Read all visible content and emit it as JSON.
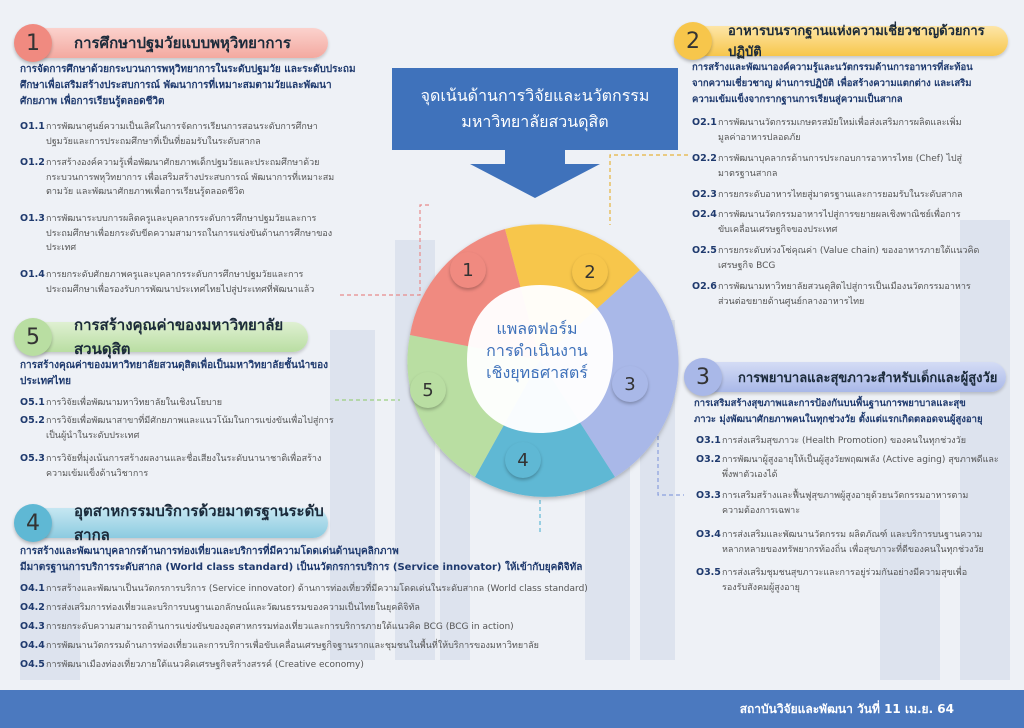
{
  "center_title": {
    "line1": "จุดเน้นด้านการวิจัยและนวัตกรรม",
    "line2": "มหาวิทยาลัยสวนดุสิต"
  },
  "hub": {
    "line1": "แพลตฟอร์ม",
    "line2": "การดำเนินงาน",
    "line3": "เชิงยุทธศาสตร์"
  },
  "petals": [
    "1",
    "2",
    "3",
    "4",
    "5"
  ],
  "sections": {
    "s1": {
      "num": "1",
      "title": "การศึกษาปฐมวัยแบบพหุวิทยาการ",
      "intro": [
        "การจัดการศึกษาด้วยกระบวนการพหุวิทยาการในระดับปฐมวัย และระดับประถม",
        "ศึกษาเพื่อเสริมสร้างประสบการณ์ พัฒนาการที่เหมาะสมตามวัยและพัฒนา",
        "ศักยภาพ เพื่อการเรียนรู้ตลอดชีวิต"
      ],
      "items": [
        {
          "code": "O1.1",
          "text": [
            "การพัฒนาศูนย์ความเป็นเลิศในการจัดการเรียนการสอนระดับการศึกษา",
            "ปฐมวัยและการประถมศึกษาที่เป็นที่ยอมรับในระดับสากล"
          ]
        },
        {
          "code": "O1.2",
          "text": [
            "การสร้างองค์ความรู้เพื่อพัฒนาศักยภาพเด็กปฐมวัยและประถมศึกษาด้วย",
            "กระบวนการพหุวิทยาการ เพื่อเสริมสร้างประสบการณ์ พัฒนาการที่เหมาะสม",
            "ตามวัย และพัฒนาศักยภาพเพื่อการเรียนรู้ตลอดชีวิต"
          ]
        },
        {
          "code": "O1.3",
          "text": [
            "การพัฒนาระบบการผลิตครูและบุคลากรระดับการศึกษาปฐมวัยและการ",
            "ประถมศึกษาเพื่อยกระดับขีดความสามารถในการแข่งขันด้านการศึกษาของ",
            "ประเทศ"
          ]
        },
        {
          "code": "O1.4",
          "text": [
            "การยกระดับศักยภาพครูและบุคลากรระดับการศึกษาปฐมวัยและการ",
            "ประถมศึกษาเพื่อรองรับการพัฒนาประเทศไทยไปสู่ประเทศที่พัฒนาแล้ว"
          ]
        }
      ]
    },
    "s2": {
      "num": "2",
      "title": "อาหารบนรากฐานแห่งความเชี่ยวชาญด้วยการปฏิบัติ",
      "intro": [
        "การสร้างและพัฒนาองค์ความรู้และนวัตกรรมด้านการอาหารที่สะท้อน",
        "จากความเชี่ยวชาญ ผ่านการปฏิบัติ เพื่อสร้างความแตกต่าง และเสริม",
        "ความเข้มแข็งจากรากฐานการเรียนสู่ความเป็นสากล"
      ],
      "items": [
        {
          "code": "O2.1",
          "text": [
            "การพัฒนานวัตกรรมเกษตรสมัยใหม่เพื่อส่งเสริมการผลิตและเพิ่ม",
            "มูลค่าอาหารปลอดภัย"
          ]
        },
        {
          "code": "O2.2",
          "text": [
            "การพัฒนาบุคลากรด้านการประกอบการอาหารไทย (Chef) ไปสู่",
            "มาตรฐานสากล"
          ]
        },
        {
          "code": "O2.3",
          "text": [
            "การยกระดับอาหารไทยสู่มาตรฐานและการยอมรับในระดับสากล"
          ]
        },
        {
          "code": "O2.4",
          "text": [
            "การพัฒนานวัตกรรมอาหารไปสู่การขยายผลเชิงพาณิชย์เพื่อการ",
            "ขับเคลื่อนเศรษฐกิจของประเทศ"
          ]
        },
        {
          "code": "O2.5",
          "text": [
            "การยกระดับห่วงโซ่คุณค่า (Value chain) ของอาหารภายใต้แนวคิด",
            "เศรษฐกิจ BCG"
          ]
        },
        {
          "code": "O2.6",
          "text": [
            "การพัฒนามหาวิทยาลัยสวนดุสิตไปสู่การเป็นเมืองนวัตกรรมอาหาร",
            "ส่วนต่อขยายด้านศูนย์กลางอาหารไทย"
          ]
        }
      ]
    },
    "s3": {
      "num": "3",
      "title": "การพยาบาลและสุขภาวะสำหรับเด็กและผู้สูงวัย",
      "intro": [
        "การเสริมสร้างสุขภาพและการป้องกันบนพื้นฐานการพยาบาลและสุข",
        "ภาวะ มุ่งพัฒนาศักยภาพคนในทุกช่วงวัย ตั้งแต่แรกเกิดตลอดจนผู้สูงอายุ"
      ],
      "items": [
        {
          "code": "O3.1",
          "text": [
            "การส่งเสริมสุขภาวะ (Health Promotion) ของคนในทุกช่วงวัย"
          ]
        },
        {
          "code": "O3.2",
          "text": [
            "การพัฒนาผู้สูงอายุให้เป็นผู้สูงวัยพฤฒพลัง (Active aging) สุขภาพดีและ",
            "พึ่งพาตัวเองได้"
          ]
        },
        {
          "code": "O3.3",
          "text": [
            "การเสริมสร้างและฟื้นฟูสุขภาพผู้สูงอายุด้วยนวัตกรรมอาหารตาม",
            "ความต้องการเฉพาะ"
          ]
        },
        {
          "code": "O3.4",
          "text": [
            "การส่งเสริมและพัฒนานวัตกรรม ผลิตภัณฑ์ และบริการบนฐานความ",
            "หลากหลายของทรัพยากรท้องถิ่น เพื่อสุขภาวะที่ดีของคนในทุกช่วงวัย"
          ]
        },
        {
          "code": "O3.5",
          "text": [
            "การส่งเสริมชุมชนสุขภาวะและการอยู่ร่วมกันอย่างมีความสุขเพื่อ",
            "รองรับสังคมผู้สูงอายุ"
          ]
        }
      ]
    },
    "s4": {
      "num": "4",
      "title": "อุตสาหกรรมบริการด้วยมาตรฐานระดับสากล",
      "intro": [
        "การสร้างและพัฒนาบุคลากรด้านการท่องเที่ยวและบริการที่มีความโดดเด่นด้านบุคลิกภาพ",
        "มีมาตรฐานการบริการระดับสากล (World class standard) เป็นนวัตกรการบริการ (Service innovator) ให้เข้ากับยุคดิจิทัล"
      ],
      "items": [
        {
          "code": "O4.1",
          "text": [
            "การสร้างและพัฒนาเป็นนวัตกรการบริการ (Service innovator) ด้านการท่องเที่ยวที่มีความโดดเด่นในระดับสากล (World class standard)"
          ]
        },
        {
          "code": "O4.2",
          "text": [
            "การส่งเสริมการท่องเที่ยวและบริการบนฐานเอกลักษณ์และวัฒนธรรมของความเป็นไทยในยุคดิจิทัล"
          ]
        },
        {
          "code": "O4.3",
          "text": [
            "การยกระดับความสามารถด้านการแข่งขันของอุตสาหกรรมท่องเที่ยวและการบริการภายใต้แนวคิด BCG (BCG in action)"
          ]
        },
        {
          "code": "O4.4",
          "text": [
            "การพัฒนานวัตกรรมด้านการท่องเที่ยวและการบริการเพื่อขับเคลื่อนเศรษฐกิจฐานรากและชุมชนในพื้นที่ให้บริการของมหาวิทยาลัย"
          ]
        },
        {
          "code": "O4.5",
          "text": [
            "การพัฒนาเมืองท่องเที่ยวภายใต้แนวคิดเศรษฐกิจสร้างสรรค์ (Creative economy)"
          ]
        }
      ]
    },
    "s5": {
      "num": "5",
      "title": "การสร้างคุณค่าของมหาวิทยาลัยสวนดุสิต",
      "intro": [
        "การสร้างคุณค่าของมหาวิทยาลัยสวนดุสิตเพื่อเป็นมหาวิทยาลัยชั้นนำของ",
        "ประเทศไทย"
      ],
      "items": [
        {
          "code": "O5.1",
          "text": [
            "การวิจัยเพื่อพัฒนามหาวิทยาลัยในเชิงนโยบาย"
          ]
        },
        {
          "code": "O5.2",
          "text": [
            "การวิจัยเพื่อพัฒนาสาขาที่มีศักยภาพและแนวโน้มในการแข่งขันเพื่อไปสู่การ",
            "เป็นผู้นำในระดับประเทศ"
          ]
        },
        {
          "code": "O5.3",
          "text": [
            "การวิจัยที่มุ่งเน้นการสร้างผลงานและชื่อเสียงในระดับนานาชาติเพื่อสร้าง",
            "ความเข้มแข็งด้านวิชาการ"
          ]
        }
      ]
    }
  },
  "colors": {
    "c1": "#f08a80",
    "c2": "#f7c64b",
    "c3": "#a9b8e8",
    "c4": "#5fb8d4",
    "c5": "#b9dea2",
    "header_blue": "#3f72bb"
  },
  "footer": "สถาบันวิจัยและพัฒนา วันที่ 11 เม.ย. 64"
}
